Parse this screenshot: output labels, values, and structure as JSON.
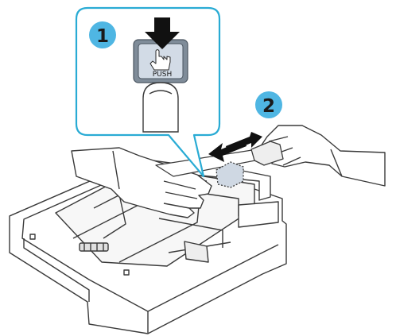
{
  "steps": {
    "step1": {
      "label": "1"
    },
    "step2": {
      "label": "2"
    }
  },
  "button": {
    "push_label": "PUSH"
  },
  "colors": {
    "callout_border": "#29abd4",
    "step_badge_fill": "#4fb6e3",
    "step_badge_text": "#1a1a1a",
    "arrow_fill": "#111111",
    "tray_line": "#3a3a3a",
    "latch_fill": "#cfd8e3",
    "guide_highlight": "#c8c8c8"
  },
  "icons": {
    "push_arrow": "down-arrow-icon",
    "slide_arrow": "double-arrow-icon",
    "hand_pointer": "hand-pointer-icon"
  }
}
